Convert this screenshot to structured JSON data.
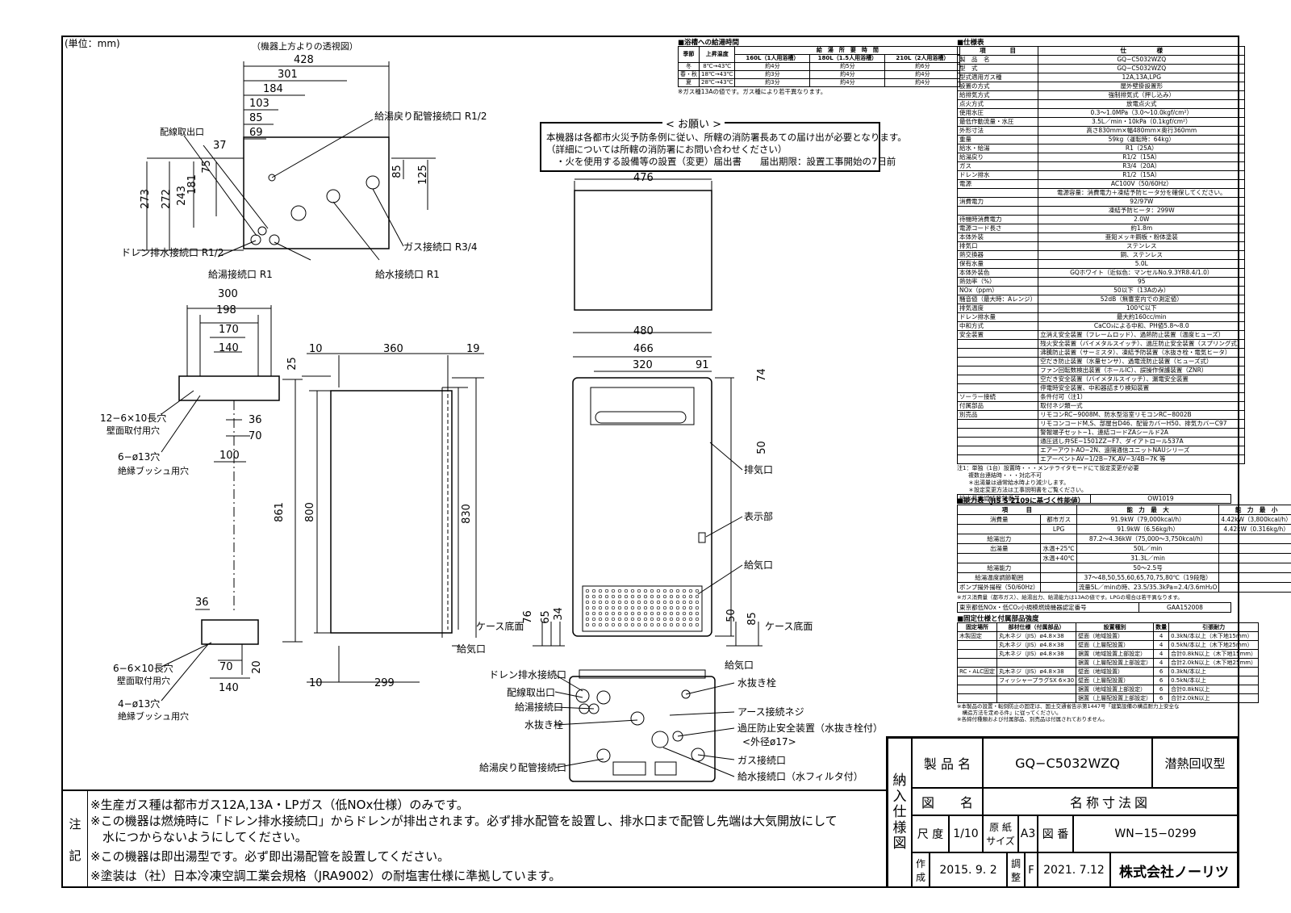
{
  "unit_label": "(単位：mm)",
  "top_view": {
    "title": "（機器上方よりの透視図）",
    "dims_h": [
      "428",
      "301",
      "184",
      "103",
      "85",
      "69",
      "37"
    ],
    "dims_v": [
      "273",
      "272",
      "243",
      "181",
      "75",
      "85",
      "125"
    ],
    "labels": {
      "wiring_outlet": "配線取出口",
      "return_conn": "給湯戻り配管接続口 R1/2",
      "drain_conn": "ドレン排水接続口 R1/2",
      "gas_conn": "ガス接続口 R3/4",
      "hot_conn": "給湯接続口 R1",
      "water_conn": "給水接続口 R1"
    }
  },
  "mount": {
    "dims": [
      "300",
      "198",
      "170",
      "140",
      "36",
      "70",
      "100",
      "36",
      "70",
      "140",
      "20",
      "861"
    ],
    "labels": {
      "slot_top": "12−6×10長穴",
      "slot_top_use": "壁面取付用穴",
      "hole_top": "6−ø13穴",
      "hole_top_use": "絶縁ブッシュ用穴",
      "slot_bot": "6−6×10長穴",
      "slot_bot_use": "壁面取付用穴",
      "hole_bot": "4−ø13穴",
      "hole_bot_use": "絶縁ブッシュ用穴"
    }
  },
  "side_view": {
    "dims": [
      "10",
      "360",
      "19",
      "25",
      "800",
      "10",
      "299",
      "76",
      "65",
      "34"
    ],
    "labels": {
      "case_bottom": "ケース底面",
      "intake": "給気口"
    }
  },
  "front_view": {
    "dims": [
      "476",
      "480",
      "466",
      "320",
      "91",
      "74",
      "50",
      "830",
      "50",
      "85"
    ],
    "labels": {
      "exhaust": "排気口",
      "display": "表示部",
      "intake": "給気口",
      "case_bottom": "ケース底面",
      "intake2": "給気口"
    }
  },
  "bottom_view": {
    "labels": {
      "drain": "ドレン排水接続口",
      "wiring": "配線取出口",
      "hot": "給湯接続口",
      "drain_plug": "水抜き栓",
      "return": "給湯戻り配管接続口",
      "drain_plug2": "水抜き栓",
      "earth": "アース接続ネジ",
      "relief": "過圧防止安全装置（水抜き栓付）",
      "relief_dia": "<外径ø17>",
      "gas": "ガス接続口",
      "water": "給水接続口（水フィルタ付）"
    }
  },
  "request": {
    "title": "< お願い >",
    "line1": "本機器は各都市火災予防条例に従い、所轄の消防署長あての届け出が必要となります。",
    "line2": "（詳細については所轄の消防署にお問い合わせください）",
    "line3": "・火を使用する設備等の設置（変更）届出書　　届出期限：設置工事開始の7日前"
  },
  "bath_table": {
    "title": "■浴槽への給湯時間",
    "head1": [
      "季節",
      "上昇温度",
      "給　湯　所　要　時　間"
    ],
    "head2": [
      "160L（1人用浴槽）",
      "180L（1.5人用浴槽）",
      "210L（2人用浴槽）"
    ],
    "rows": [
      [
        "冬",
        "8℃→43℃",
        "約4分",
        "約5分",
        "約6分"
      ],
      [
        "春・秋",
        "18℃→43℃",
        "約3分",
        "約4分",
        "約4分"
      ],
      [
        "夏",
        "28℃→43℃",
        "約3分",
        "約4分",
        "約4分"
      ]
    ],
    "note": "※ガス種13Aの値です。ガス種により若干異なります。"
  },
  "spec_table": {
    "title": "■仕様表",
    "head": [
      "項　　　　目",
      "仕　　　　　様"
    ],
    "rows": [
      [
        "製　品　名",
        "GQ−C5032WZQ"
      ],
      [
        "型　式",
        "GQ−C5032WZQ"
      ],
      [
        "型式適用ガス種",
        "12A,13A,LPG"
      ],
      [
        "設置の方式",
        "屋外壁掛設置形"
      ],
      [
        "給排気方式",
        "強制排気式（押し込み）"
      ],
      [
        "点火方式",
        "放電点火式"
      ],
      [
        "使用水圧",
        "0.3〜1.0MPa（3.0〜10.0kgf/cm²）"
      ],
      [
        "最低作動流量・水圧",
        "3.5L／min・10kPa（0.1kgf/cm²）"
      ],
      [
        "外形寸法",
        "高さ830mm×幅480mm×奥行360mm"
      ],
      [
        "重量",
        "59kg（運転時：64kg）"
      ],
      [
        "給水・給湯",
        "R1（25A）"
      ],
      [
        "給湯戻り",
        "R1/2（15A）"
      ],
      [
        "ガス",
        "R3/4（20A）"
      ],
      [
        "ドレン排水",
        "R1/2（15A）"
      ],
      [
        "電源",
        "AC100V（50/60Hz）"
      ],
      [
        "",
        "電源容量：消費電力＋凍結予防ヒータ分を確保してください。"
      ],
      [
        "消費電力",
        "92/97W"
      ],
      [
        "",
        "凍結予防ヒータ：299W"
      ],
      [
        "待機時消費電力",
        "2.0W"
      ],
      [
        "電源コード長さ",
        "約1.8m"
      ],
      [
        "本体外装",
        "亜鉛メッキ鋼板・粉体塗装"
      ],
      [
        "排気口",
        "ステンレス"
      ],
      [
        "熱交換器",
        "銅、ステンレス"
      ],
      [
        "保有水量",
        "5.0L"
      ],
      [
        "本体外装色",
        "GQホワイト（近似色：マンセルNo.9.3YR8.4/1.0）"
      ],
      [
        "熱効率（%）",
        "95"
      ],
      [
        "NOx（ppm）",
        "50以下（13Aのみ）"
      ],
      [
        "騒音値（最大時：Aレンジ）",
        "52dB（無響室内での測定値）"
      ],
      [
        "排気温度",
        "100℃以下"
      ],
      [
        "ドレン排水量",
        "最大約160cc/min"
      ],
      [
        "中和方式",
        "CaCO₃による中和、PH値5.8〜8.0"
      ],
      [
        "安全装置",
        "立消え安全装置（フレームロッド）、過熱防止装置（温度ヒューズ）"
      ],
      [
        "",
        "残火安全装置（バイメタルスイッチ）、過圧防止安全装置（スプリング式）"
      ],
      [
        "",
        "沸騰防止装置（サーミスタ）、凍結予防装置（水抜き栓・電気ヒータ）"
      ],
      [
        "",
        "空だき防止装置（水量センサ）、過電流防止装置（ヒューズ式）"
      ],
      [
        "",
        "ファン回転数検出装置（ホールIC）、誤操作保護装置（ZNR）"
      ],
      [
        "",
        "空だき安全装置（バイメタルスイッチ）、漏電安全装置"
      ],
      [
        "",
        "停電時安全装置、中和器詰まり検知装置"
      ],
      [
        "ソーラー接続",
        "条件付可（注1）"
      ],
      [
        "付属部品",
        "取付ネジ類一式"
      ],
      [
        "別売品",
        "リモコンRC−9008M、防水型浴室リモコンRC−8002B"
      ],
      [
        "",
        "リモコンコードM,S、部屋台D46、配管カバーH50、排気カバーC97"
      ],
      [
        "",
        "警報端子セット−1、連結コードZAシールド2A"
      ],
      [
        "",
        "通圧逃し弁SE−1501ZZ−F7、ダイアトロール537A"
      ],
      [
        "",
        "エアーアウトAO−2N、遠隔通信ユニットNAUシリーズ"
      ],
      [
        "",
        "エアーベントAV−1/2B−7K,AV−3/4B−7K 等"
      ]
    ],
    "notes": [
      "注1：単独（1台）設置時・・・メンテライタモードにて設定変更が必要",
      "　　複数台連結時・・・対応不可",
      "　　＊出湯量は通常給水時より減少します。",
      "　　＊設定変更方法は工事説明書をご覧ください。"
    ],
    "reg_label": "給水装置認証登録番号",
    "reg_value": "OW1019"
  },
  "capacity_table": {
    "title": "■能力表（JIS S 2109に基づく性能値）",
    "head": [
      "項　　　目",
      "能　力　最　大",
      "能　力　最　小"
    ],
    "rows": [
      [
        "消費量",
        "都市ガス",
        "91.9kW（79,000kcal/h）",
        "4.42kW（3,800kcal/h）"
      ],
      [
        "",
        "LPG",
        "91.9kW（6.56kg/h）",
        "4.42kW（0.316kg/h）"
      ],
      [
        "給湯出力",
        "",
        "87.2〜4.36kW（75,000〜3,750kcal/h）",
        ""
      ],
      [
        "出湯量",
        "水温+25℃",
        "50L／min",
        ""
      ],
      [
        "",
        "水温+40℃",
        "31.3L／min",
        ""
      ],
      [
        "給湯能力",
        "",
        "50〜2.5号",
        ""
      ],
      [
        "給湯温度調節範囲",
        "",
        "37〜48,50,55,60,65,70,75,80℃（19段階）",
        ""
      ],
      [
        "ポンプ揚外揚程（50/60Hz）",
        "",
        "流量5L／minの時、23.5/35.3kPa=2.4/3.6mH₂O",
        ""
      ]
    ],
    "note": "※ガス消費量（都市ガス）、給湯出力、給湯能力は13Aの値です。LPGの場合は若干異なります。",
    "cert_label": "東京都低NOx・低CO₂小規模燃焼機器認定番号",
    "cert_value": "GAA152008"
  },
  "fix_table": {
    "title": "■固定仕様と付属部品強度",
    "head": [
      "固定場所",
      "部材仕様（付属部品）",
      "設置種別",
      "数量",
      "引張耐力"
    ],
    "rows": [
      [
        "木製固定",
        "丸木ネジ（JIS）ø4.8×38",
        "壁面（地域設置）",
        "4",
        "0.3kN/本以上（木下地15mm）"
      ],
      [
        "",
        "丸木ネジ（JIS）ø4.8×38",
        "壁面（上層配設置）",
        "4",
        "0.5kN/本以上（木下地25mm）"
      ],
      [
        "",
        "丸木ネジ（JIS）ø4.8×38",
        "据置（地域設置上部設定）",
        "4",
        "合計0.8kN以上（木下地15mm）"
      ],
      [
        "",
        "",
        "据置（上層配設置上部設定）",
        "4",
        "合計2.0kN以上（木下地25mm）"
      ],
      [
        "RC・ALC固定",
        "丸木ネジ（JIS）ø4.8×38",
        "壁面（地域設置）",
        "6",
        "0.3kN/本以上"
      ],
      [
        "",
        "フィッシャープラグSX 6×30",
        "壁面（上層配設置）",
        "6",
        "0.5kN/本以上"
      ],
      [
        "",
        "",
        "据置（地域設置上部設定）",
        "6",
        "合計0.8kN以上"
      ],
      [
        "",
        "",
        "据置（上層配設置上部設定）",
        "6",
        "合計2.0kN以上"
      ]
    ],
    "note1": "※本製品の設置・転倒防止の固定は、国土交通省告示第1447号「建築設備の構造耐力上安全な",
    "note2": "　構造方法を定める件」に従ってください。",
    "note3": "※各締付種類および付属部品、別売品は付属されておりません。"
  },
  "title_block": {
    "nounyuu": [
      "納",
      "入",
      "仕",
      "様",
      "図"
    ],
    "product_label": "製 品 名",
    "product_value": "GQ−C5032WZQ",
    "type_value": "潜熱回収型",
    "drawing_label": "図　　名",
    "drawing_value": "名称寸法図",
    "scale_label": "尺 度",
    "scale_value": "1/10",
    "paper_label": "原 紙 サイズ",
    "paper_value": "A3",
    "number_label": "図 番",
    "number_value": "WN−15−0299",
    "made_label": "作 成",
    "made_value": "2015. 9. 2",
    "adj_label": "調 整",
    "adj_rev": "F",
    "adj_value": "2021. 7.12",
    "company": "株式会社ノーリツ"
  },
  "notes": {
    "head": [
      "注",
      "記"
    ],
    "lines": [
      "※生産ガス種は都市ガス12A,13A・LPガス（低NOx仕様）のみです。",
      "※この機器は燃焼時に「ドレン排水接続口」からドレンが排出されます。必ず排水配管を設置し、排水口まで配管し先端は大気開放にして",
      "　水につからないようにしてください。",
      "※この機器は即出湯型です。必ず即出湯配管を設置してください。",
      "※塗装は（社）日本冷凍空調工業会規格（JRA9002）の耐塩害仕様に準拠しています。"
    ]
  }
}
